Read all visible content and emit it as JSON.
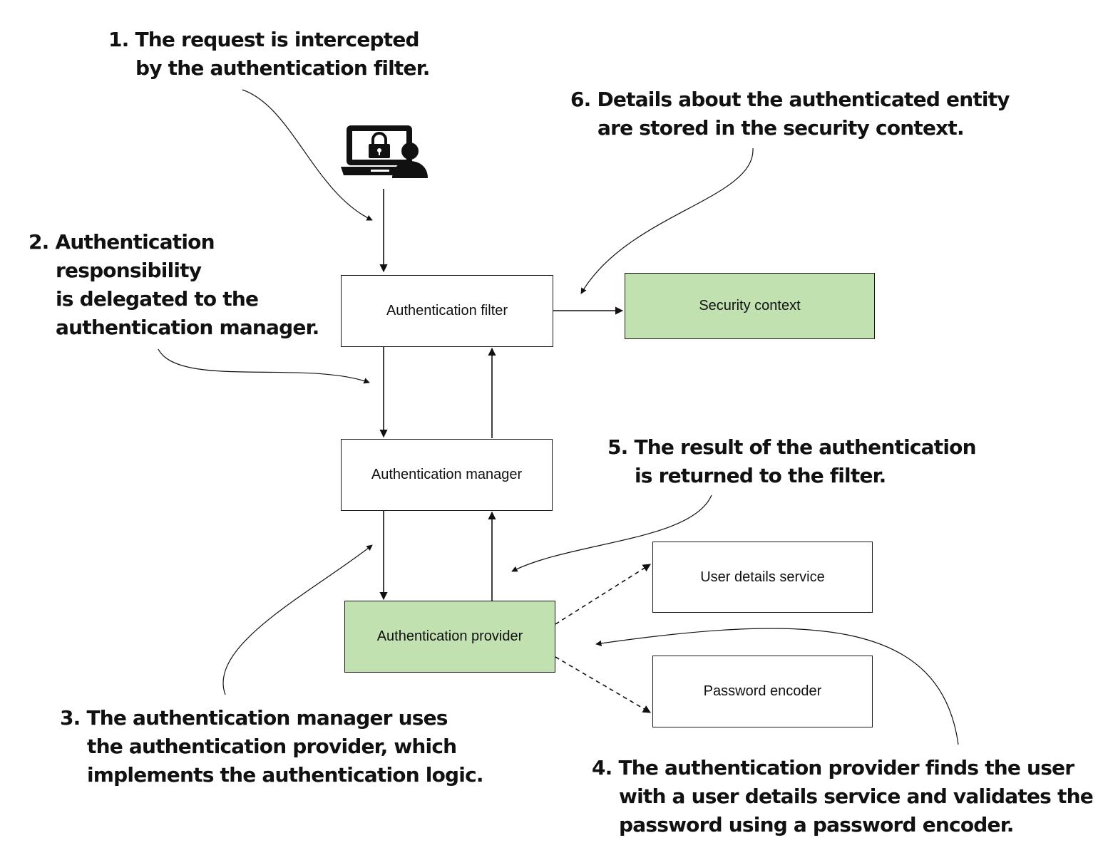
{
  "boxes": {
    "auth_filter": "Authentication filter",
    "security_context": "Security context",
    "auth_manager": "Authentication manager",
    "auth_provider": "Authentication provider",
    "user_details_service": "User details service",
    "password_encoder": "Password encoder"
  },
  "colors": {
    "highlight_fill": "#c2e1b1",
    "box_fill": "#ffffff",
    "stroke": "#1a1a1a"
  },
  "icon": "laptop-lock-user-icon",
  "annotations": {
    "step1": {
      "number": "1.",
      "lines": [
        "The request is intercepted",
        "by the authentication filter."
      ]
    },
    "step2": {
      "number": "2.",
      "lines": [
        "Authentication",
        "responsibility",
        "is delegated to the",
        "authentication manager."
      ]
    },
    "step3": {
      "number": "3.",
      "lines": [
        "The authentication manager uses",
        "the authentication provider, which",
        "implements the authentication logic."
      ]
    },
    "step4": {
      "number": "4.",
      "lines": [
        "The authentication provider finds the user",
        "with a user details service and validates the",
        "password using a password encoder."
      ]
    },
    "step5": {
      "number": "5.",
      "lines": [
        "The result of the authentication",
        "is returned to the filter."
      ]
    },
    "step6": {
      "number": "6.",
      "lines": [
        "Details about the authenticated entity",
        "are stored in the security context."
      ]
    }
  }
}
